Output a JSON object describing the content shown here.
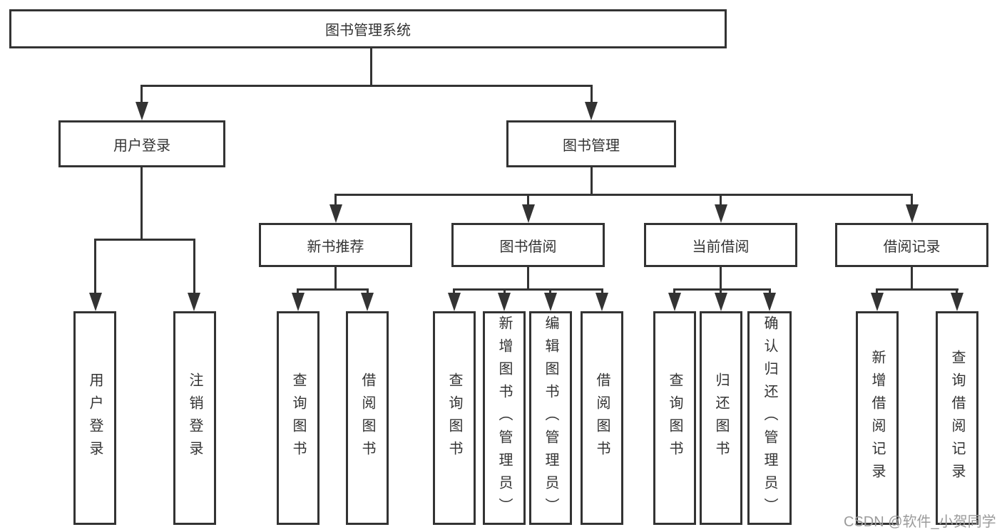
{
  "tree": {
    "root": {
      "label": "图书管理系统",
      "children": [
        {
          "label": "用户登录",
          "children": [
            {
              "label": "用户登录"
            },
            {
              "label": "注销登录"
            }
          ]
        },
        {
          "label": "图书管理",
          "children": [
            {
              "label": "新书推荐",
              "children": [
                {
                  "label": "查询图书"
                },
                {
                  "label": "借阅图书"
                }
              ]
            },
            {
              "label": "图书借阅",
              "children": [
                {
                  "label": "查询图书"
                },
                {
                  "label": "新增图书（管理员）"
                },
                {
                  "label": "编辑图书（管理员）"
                },
                {
                  "label": "借阅图书"
                }
              ]
            },
            {
              "label": "当前借阅",
              "children": [
                {
                  "label": "查询图书"
                },
                {
                  "label": "归还图书"
                },
                {
                  "label": "确认归还（管理员）"
                }
              ]
            },
            {
              "label": "借阅记录",
              "children": [
                {
                  "label": "新增借阅记录"
                },
                {
                  "label": "查询借阅记录"
                }
              ]
            }
          ]
        }
      ]
    }
  },
  "watermark": {
    "text": "CSDN @软件_小贺同学"
  },
  "colors": {
    "line": "#333333",
    "box_border": "#333333",
    "text": "#333333",
    "background": "#ffffff",
    "watermark": "#9b9b9b"
  }
}
